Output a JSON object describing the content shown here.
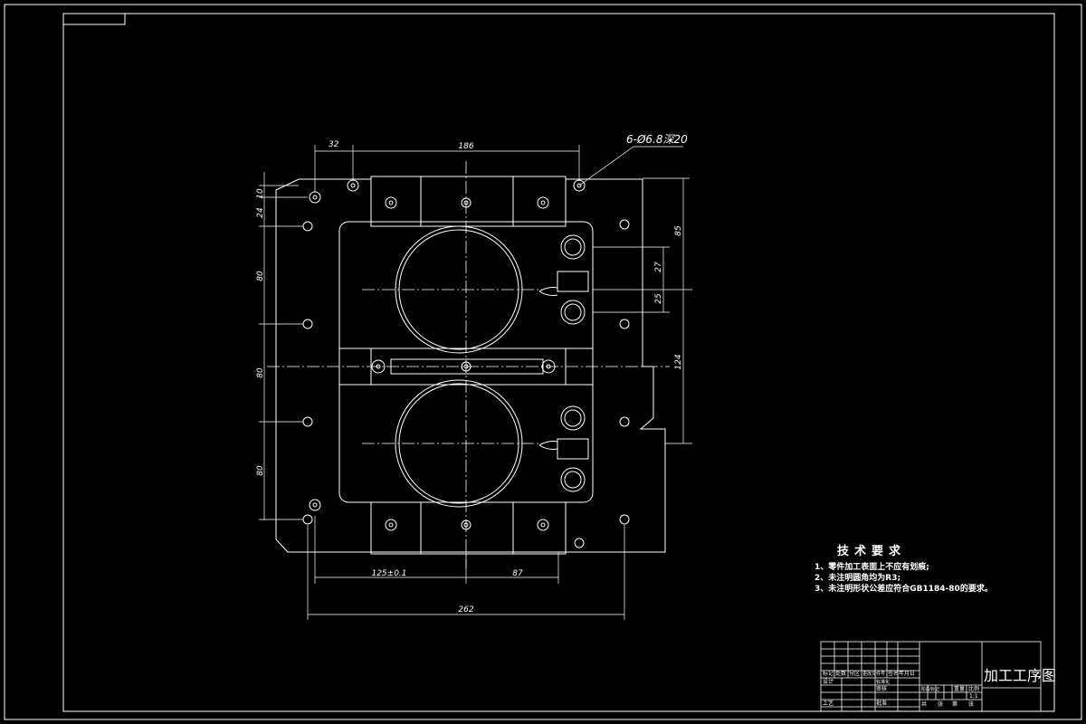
{
  "colors": {
    "background": "#000000",
    "line": "#ffffff",
    "centerline": "#ffffff"
  },
  "drawing": {
    "dimensions": {
      "d32": "32",
      "d186": "186",
      "hole_callout": "6-Ø6.8深20",
      "d10": "10",
      "d24": "24",
      "d80a": "80",
      "d80b": "80",
      "d80c": "80",
      "d85": "85",
      "d27": "27",
      "d25": "25",
      "d124": "124",
      "d125": "125±0.1",
      "d87": "87",
      "d262": "262"
    }
  },
  "technical_requirements": {
    "title": "技术要求",
    "items": [
      "1、零件加工表面上不应有划痕;",
      "2、未注明圆角均为R3;",
      "3、未注明形状公差应符合GB1184-80的要求。"
    ]
  },
  "title_block": {
    "drawing_title": "加工工序图",
    "labels": {
      "mark": "标记",
      "count": "处数",
      "zone": "分区",
      "change_doc": "更改文件号",
      "sign": "签名",
      "date": "年月日",
      "design": "设计",
      "standardize": "标准化",
      "review": "审核",
      "process": "工艺",
      "approve": "批准",
      "stage_mark": "阶段标记",
      "weight": "重量",
      "scale": "比例",
      "scale_value": "1:1",
      "sheets_total": "共",
      "sheets_unit": "张",
      "sheet_no": "第",
      "sheet_unit": "张"
    }
  }
}
